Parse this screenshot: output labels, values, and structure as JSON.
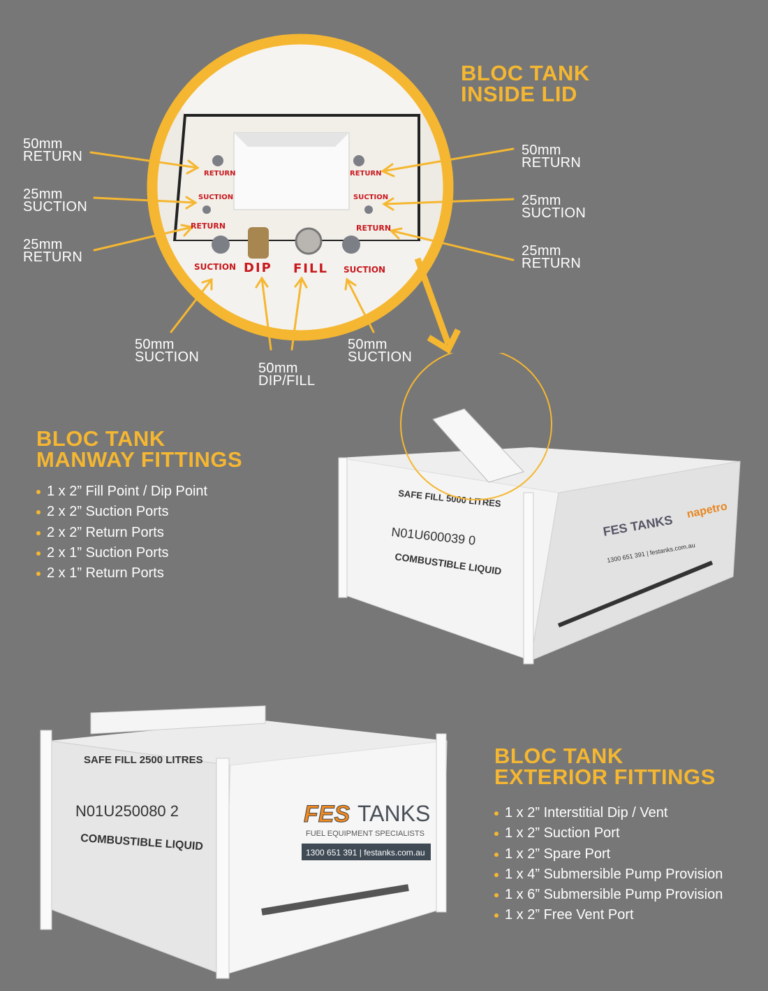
{
  "colors": {
    "background": "#777777",
    "accent": "#f5b731",
    "port_label": "#c8191e"
  },
  "inside_lid": {
    "title": [
      "BLOC TANK",
      "INSIDE LID"
    ],
    "port_labels": {
      "return_tl": "RETURN",
      "suction_tl": "SUCTION",
      "return_bl": "RETURN",
      "return_tr": "RETURN",
      "suction_tr": "SUCTION",
      "return_br": "RETURN",
      "suction_bl": "SUCTION",
      "dip": "DIP",
      "fill": "FILL",
      "suction_br": "SUCTION"
    },
    "callouts": {
      "left": [
        {
          "size": "50mm",
          "name": "RETURN"
        },
        {
          "size": "25mm",
          "name": "SUCTION"
        },
        {
          "size": "25mm",
          "name": "RETURN"
        }
      ],
      "right": [
        {
          "size": "50mm",
          "name": "RETURN"
        },
        {
          "size": "25mm",
          "name": "SUCTION"
        },
        {
          "size": "25mm",
          "name": "RETURN"
        }
      ],
      "bottom": [
        {
          "size": "50mm",
          "name": "SUCTION"
        },
        {
          "size": "50mm",
          "name": "DIP/FILL"
        },
        {
          "size": "50mm",
          "name": "SUCTION"
        }
      ]
    }
  },
  "manway": {
    "title": [
      "BLOC TANK",
      "MANWAY FITTINGS"
    ],
    "items": [
      "1 x 2” Fill Point / Dip Point",
      "2 x 2” Suction Ports",
      "2 x 2” Return  Ports",
      "2 x 1” Suction Ports",
      "2 x 1” Return Ports"
    ]
  },
  "tank_large": {
    "safe_fill": "SAFE FILL 5000 LITRES",
    "code": "N01U600039",
    "code_digit": "0",
    "class": "COMBUSTIBLE LIQUID",
    "brand": "FES TANKS",
    "partner": "napetro",
    "phone": "1300 651 391",
    "web": "festanks.com.au"
  },
  "tank_small": {
    "safe_fill": "SAFE FILL 2500 LITRES",
    "code": "N01U250080",
    "code_digit": "2",
    "class": "COMBUSTIBLE LIQUID",
    "brand_a": "FES",
    "brand_b": "TANKS",
    "tagline": "FUEL EQUIPMENT SPECIALISTS",
    "phone": "1300 651 391",
    "web": "festanks.com.au"
  },
  "exterior": {
    "title": [
      "BLOC TANK",
      "EXTERIOR FITTINGS"
    ],
    "items": [
      "1 x 2” Interstitial Dip / Vent",
      "1 x 2” Suction Port",
      "1 x 2” Spare Port",
      "1 x 4” Submersible Pump Provision",
      "1 x 6” Submersible Pump Provision",
      "1 x 2” Free Vent Port"
    ]
  }
}
